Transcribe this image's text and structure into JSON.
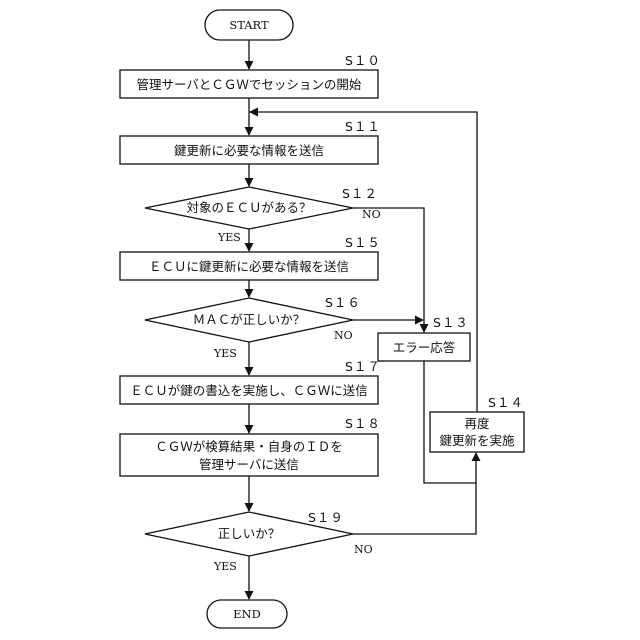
{
  "terminals": {
    "start": "START",
    "end": "END"
  },
  "steps": {
    "s10": "S１０",
    "s11": "S１１",
    "s12": "S１２",
    "s13": "S１３",
    "s14": "S１４",
    "s15": "S１５",
    "s16": "S１６",
    "s17": "S１７",
    "s18": "S１８",
    "s19": "S１９"
  },
  "nodes": {
    "s10": "管理サーバとＣＧＷでセッションの開始",
    "s11": "鍵更新に必要な情報を送信",
    "s12": "対象のＥＣＵがある？",
    "s15": "ＥＣＵに鍵更新に必要な情報を送信",
    "s16": "ＭＡＣが正しいか？",
    "s17": "ＥＣＵが鍵の書込を実施し、ＣＧＷに送信",
    "s18_line1": "ＣＧＷが検算結果・自身のＩＤを",
    "s18_line2": "管理サーバに送信",
    "s19": "正しいか？",
    "s13": "エラー応答",
    "s14_line1": "再度",
    "s14_line2": "鍵更新を実施"
  },
  "labels": {
    "s12_yes": "YES",
    "s12_no": "NO",
    "s16_yes": "YES",
    "s16_no": "NO",
    "s19_yes": "YES",
    "s19_no": "NO"
  }
}
